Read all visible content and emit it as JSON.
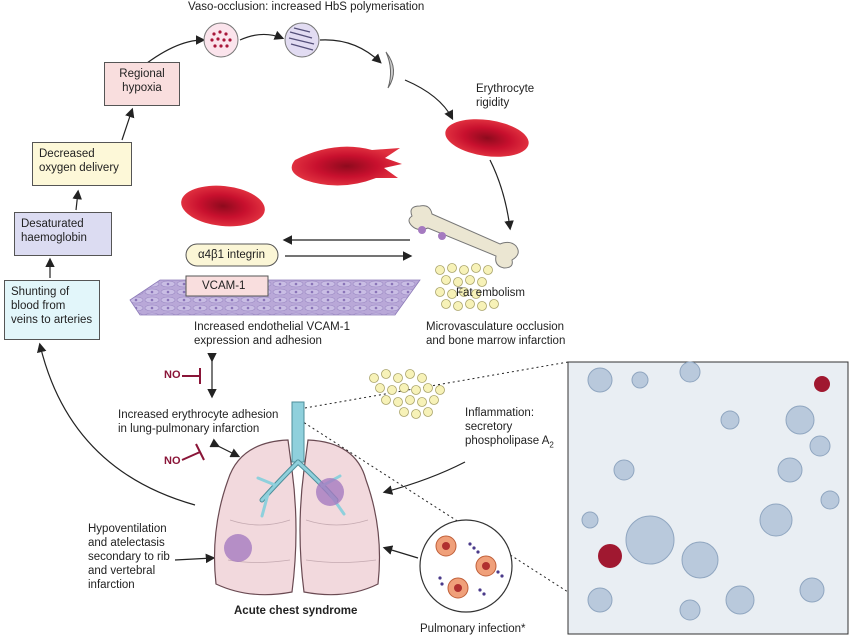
{
  "boxes": {
    "regional_hypoxia": "Regional hypoxia",
    "decreased_oxygen": "Decreased oxygen delivery",
    "desaturated": "Desaturated haemoglobin",
    "shunting": "Shunting of blood from veins to arteries"
  },
  "labels": {
    "vaso_occlusion": "Vaso-occlusion: increased HbS polymerisation",
    "erythrocyte_rigidity": "Erythrocyte rigidity",
    "integrin": "α4β1 integrin",
    "vcam": "VCAM-1",
    "fat_embolism": "Fat embolism",
    "microvasculature": "Microvasculature occlusion and bone marrow infarction",
    "endothelial": "Increased endothelial VCAM-1 expression and adhesion",
    "erythrocyte_adhesion": "Increased erythrocyte adhesion in lung-pulmonary infarction",
    "inflammation": "Inflammation: secretory phospholipase A",
    "inflammation_sub": "2",
    "hypoventilation": "Hypoventilation and atelectasis secondary to rib and vertebral infarction",
    "acute_chest": "Acute chest syndrome",
    "pulmonary_infection": "Pulmonary infection*",
    "no_1": "NO",
    "no_2": "NO"
  },
  "colors": {
    "rbc": "#c8102e",
    "box_pink": "#f9dede",
    "box_yellow": "#fdf8d8",
    "box_purple": "#dcdcf2",
    "box_cyan": "#e2f6fa",
    "endothelium": "#b9a8d8",
    "trachea": "#8fd0dc",
    "lung": "#f2d9dd",
    "fat": "#f7f2b8",
    "no_inhibitor": "#8a1538"
  }
}
